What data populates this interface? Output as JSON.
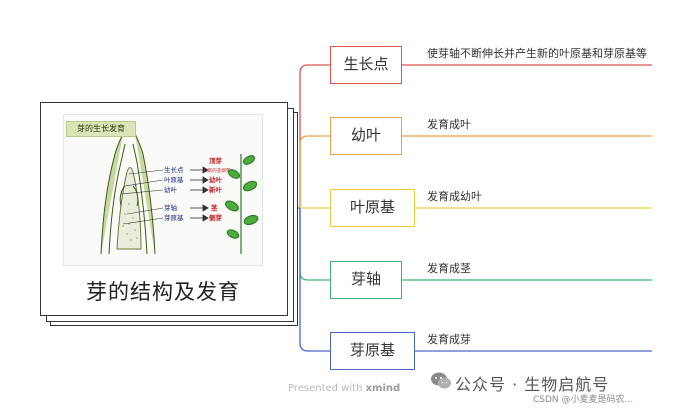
{
  "central": {
    "title": "芽的结构及发育",
    "figure": {
      "title": "芽的生长发育",
      "left_labels": [
        "生长点",
        "叶原基",
        "幼叶",
        "芽轴",
        "芽原基"
      ],
      "right_labels": [
        "顶芽",
        "(新的茎端芽)",
        "幼叶",
        "新叶",
        "茎",
        "侧芽"
      ]
    }
  },
  "topics": [
    {
      "label": "生长点",
      "note": "使芽轴不断伸长并产生新的叶原基和芽原基等",
      "color": "#d9534f"
    },
    {
      "label": "幼叶",
      "note": "发育成叶",
      "color": "#e8a04c"
    },
    {
      "label": "叶原基",
      "note": "发育成幼叶",
      "color": "#f0d040"
    },
    {
      "label": "芽轴",
      "note": "发育成茎",
      "color": "#3cb371"
    },
    {
      "label": "芽原基",
      "note": "发育成芽",
      "color": "#4a67c8"
    }
  ],
  "footer": {
    "presented_prefix": "Presented with",
    "presented_brand": "xmind",
    "account": "公众号 · 生物启航号",
    "csdn": "CSDN @小麦麦是码农..."
  }
}
